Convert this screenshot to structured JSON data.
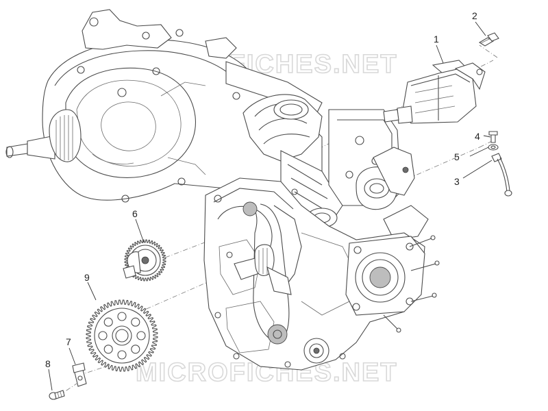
{
  "diagram": {
    "watermarks": [
      {
        "id": "wm-top",
        "text": "MICROFICHES.NET"
      },
      {
        "id": "wm-bottom",
        "text": "MICROFICHES.NET"
      }
    ],
    "callouts": [
      {
        "id": "c1",
        "label": "1"
      },
      {
        "id": "c2",
        "label": "2"
      },
      {
        "id": "c3",
        "label": "3"
      },
      {
        "id": "c4",
        "label": "4"
      },
      {
        "id": "c5",
        "label": "5"
      },
      {
        "id": "c6",
        "label": "6"
      },
      {
        "id": "c7",
        "label": "7"
      },
      {
        "id": "c8",
        "label": "8"
      },
      {
        "id": "c9",
        "label": "9"
      }
    ]
  }
}
